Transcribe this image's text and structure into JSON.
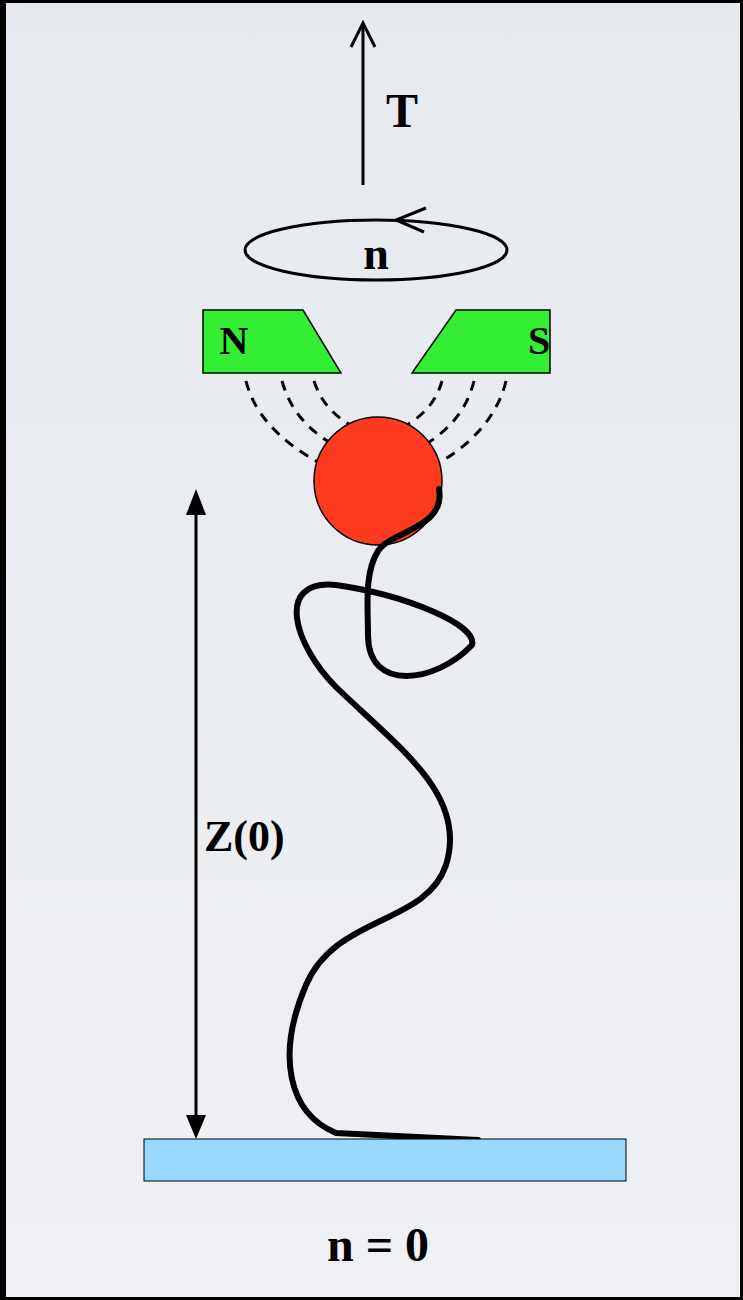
{
  "diagram": {
    "nodes": [
      {
        "text": [
          "n"
        ]
      },
      {
        "text": [
          "N"
        ]
      },
      {
        "text": [
          "S"
        ]
      }
    ],
    "labels": [
      "T",
      "Z(0)",
      "n = 0"
    ]
  }
}
